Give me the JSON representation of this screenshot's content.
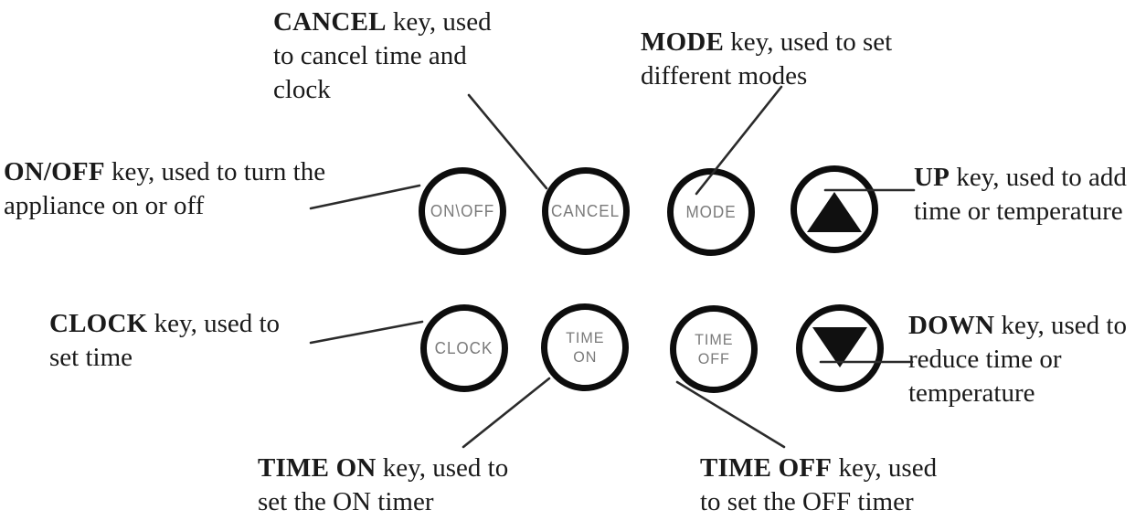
{
  "diagram": {
    "subject": "appliance-control-panel-keys",
    "colors": {
      "ink": "#1a1a1a",
      "key_ring": "#0d0d0d",
      "key_label": "#7a7a7a",
      "leader_line": "#2b2b2b",
      "background": "#ffffff"
    }
  },
  "keys": {
    "onoff": {
      "label": "ON\\OFF"
    },
    "cancel": {
      "label": "CANCEL"
    },
    "mode": {
      "label": "MODE"
    },
    "up": {
      "icon": "up-triangle"
    },
    "clock": {
      "label": "CLOCK"
    },
    "time_on": {
      "line1": "TIME",
      "line2": "ON"
    },
    "time_off": {
      "line1": "TIME",
      "line2": "OFF"
    },
    "down": {
      "icon": "down-triangle"
    }
  },
  "callouts": {
    "cancel": {
      "key": "CANCEL",
      "rest1": " key, used",
      "line2": "to cancel time and",
      "line3": "clock"
    },
    "mode": {
      "key": "MODE",
      "rest1": " key, used to set",
      "line2": "different modes"
    },
    "onoff": {
      "key": "ON/OFF",
      "rest1": " key, used to turn the",
      "line2": "appliance on or off"
    },
    "up": {
      "key": "UP",
      "rest1": " key, used to add",
      "line2": "time or temperature"
    },
    "clock": {
      "key": "CLOCK",
      "rest1": " key, used to",
      "line2": "set time"
    },
    "down": {
      "key": "DOWN",
      "rest1": " key, used to",
      "line2": "reduce time or",
      "line3": "temperature"
    },
    "time_on": {
      "key": "TIME ON",
      "rest1": " key, used to",
      "line2": "set the ON timer"
    },
    "time_off": {
      "key": "TIME OFF",
      "rest1": " key, used",
      "line2": "to set the OFF timer"
    }
  }
}
